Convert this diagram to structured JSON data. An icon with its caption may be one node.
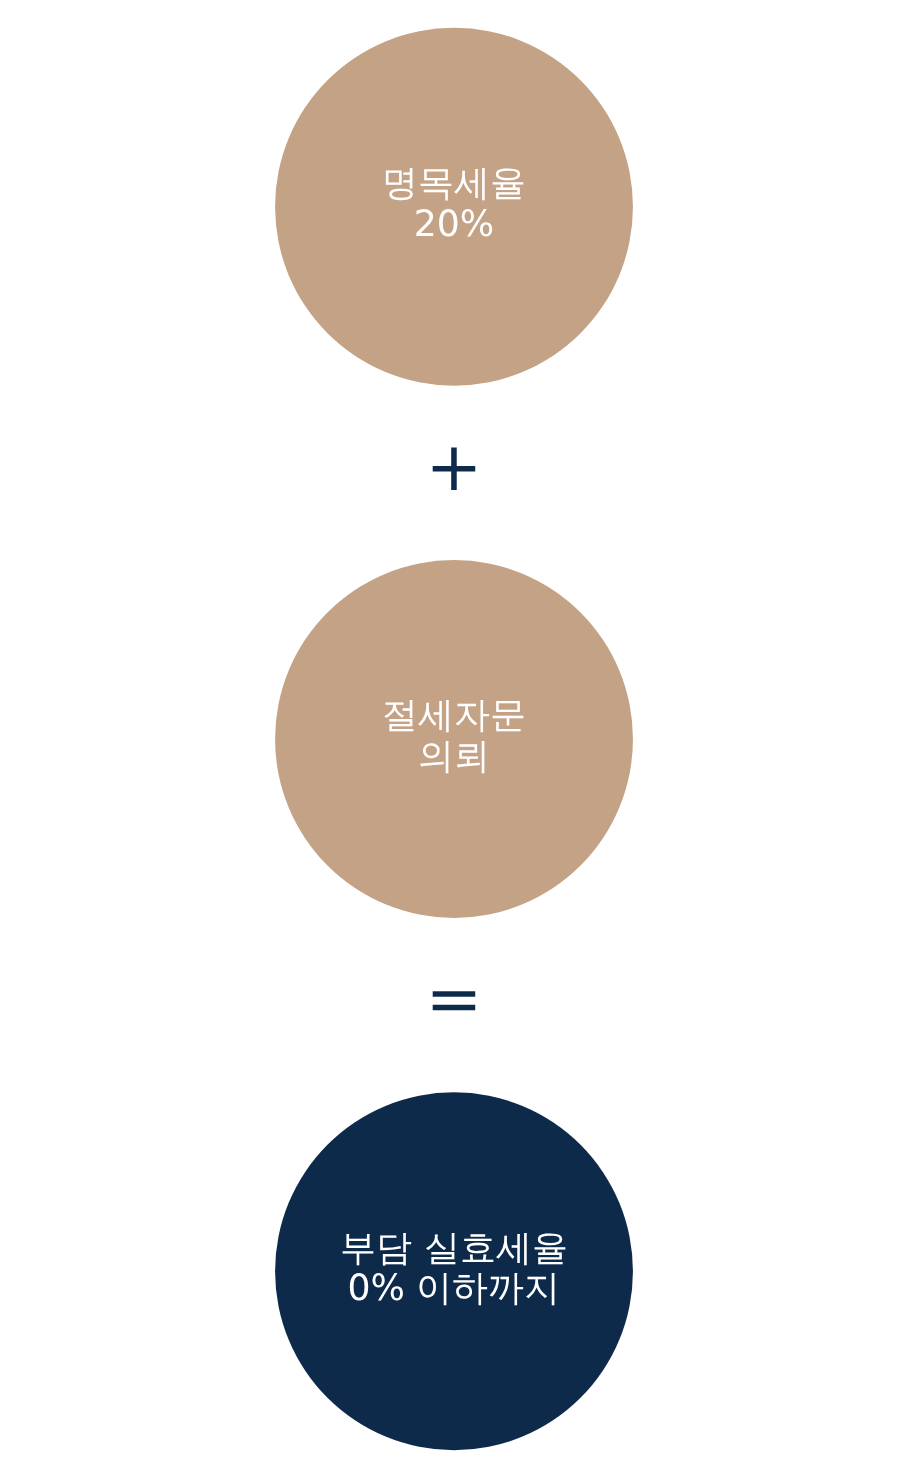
{
  "diagram": {
    "nodes": [
      {
        "text": [
          "명목세율 20%"
        ]
      },
      {
        "text": [
          "절세자문 의뢰"
        ]
      },
      {
        "text": [
          "부담 실효세율 0% 이하까지"
        ]
      }
    ],
    "edges": [],
    "labels": [
      "+",
      "="
    ]
  }
}
